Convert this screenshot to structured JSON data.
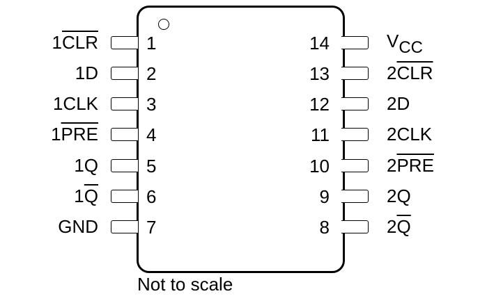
{
  "diagram": {
    "type": "ic-pinout",
    "pin_count": 14,
    "note": "Not to scale",
    "left_pins": [
      {
        "number": "1",
        "prefix": "1",
        "overline": "CLR",
        "plain": ""
      },
      {
        "number": "2",
        "prefix": "1D",
        "overline": "",
        "plain": ""
      },
      {
        "number": "3",
        "prefix": "1CLK",
        "overline": "",
        "plain": ""
      },
      {
        "number": "4",
        "prefix": "1",
        "overline": "PRE",
        "plain": ""
      },
      {
        "number": "5",
        "prefix": "1Q",
        "overline": "",
        "plain": ""
      },
      {
        "number": "6",
        "prefix": "1",
        "overline": "Q",
        "plain": ""
      },
      {
        "number": "7",
        "prefix": "GND",
        "overline": "",
        "plain": ""
      }
    ],
    "right_pins": [
      {
        "number": "14",
        "prefix": "V",
        "overline": "",
        "sub": "CC"
      },
      {
        "number": "13",
        "prefix": "2",
        "overline": "CLR",
        "sub": ""
      },
      {
        "number": "12",
        "prefix": "2D",
        "overline": "",
        "sub": ""
      },
      {
        "number": "11",
        "prefix": "2CLK",
        "overline": "",
        "sub": ""
      },
      {
        "number": "10",
        "prefix": "2",
        "overline": "PRE",
        "sub": ""
      },
      {
        "number": "9",
        "prefix": "2Q",
        "overline": "",
        "sub": ""
      },
      {
        "number": "8",
        "prefix": "2",
        "overline": "Q",
        "sub": ""
      }
    ],
    "colors": {
      "stroke": "#000000",
      "background": "#ffffff",
      "text": "#000000"
    }
  }
}
